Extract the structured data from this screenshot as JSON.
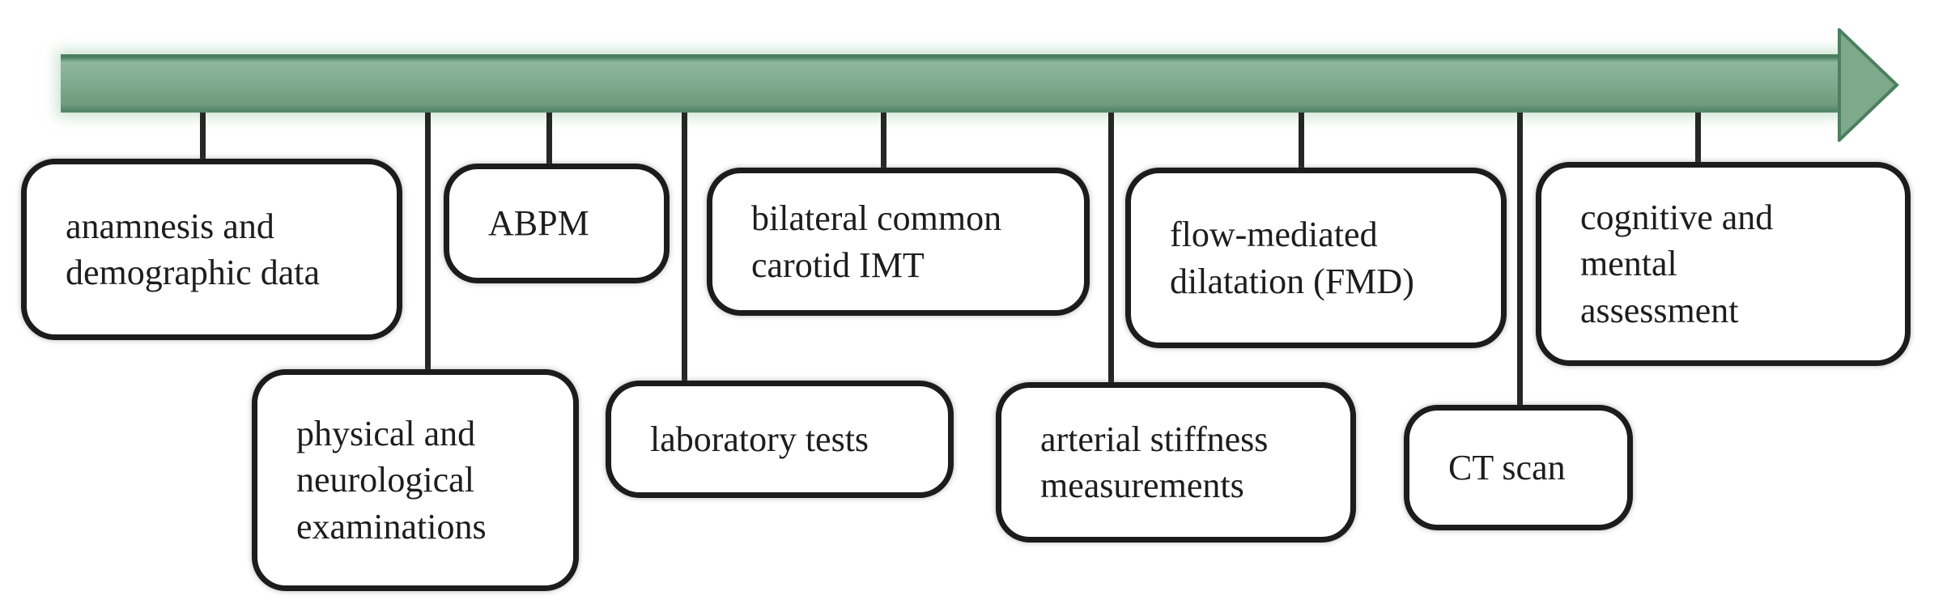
{
  "diagram": {
    "kind": "timeline-flow-diagram",
    "arrow": {
      "direction": "left-to-right"
    },
    "colors": {
      "background": "#ffffff",
      "arrow_fill": "#7ea98b",
      "arrow_fill_light": "#8fb79b",
      "arrow_fill_dark": "#6f9c7c",
      "arrow_border": "#4c7f5f",
      "box_border": "#1c1c1c",
      "connector": "#262626",
      "text": "#1d1d1d"
    },
    "steps": [
      {
        "label": "anamnesis and\ndemographic data",
        "row": "top"
      },
      {
        "label": "physical and\nneurological\nexaminations",
        "row": "bottom"
      },
      {
        "label": "ABPM",
        "row": "top"
      },
      {
        "label": "laboratory tests",
        "row": "bottom"
      },
      {
        "label": "bilateral common\ncarotid IMT",
        "row": "top"
      },
      {
        "label": "arterial stiffness\nmeasurements",
        "row": "bottom"
      },
      {
        "label": "flow-mediated\ndilatation (FMD)",
        "row": "top"
      },
      {
        "label": "CT scan",
        "row": "bottom"
      },
      {
        "label": "cognitive and\nmental\nassessment",
        "row": "top"
      }
    ]
  }
}
